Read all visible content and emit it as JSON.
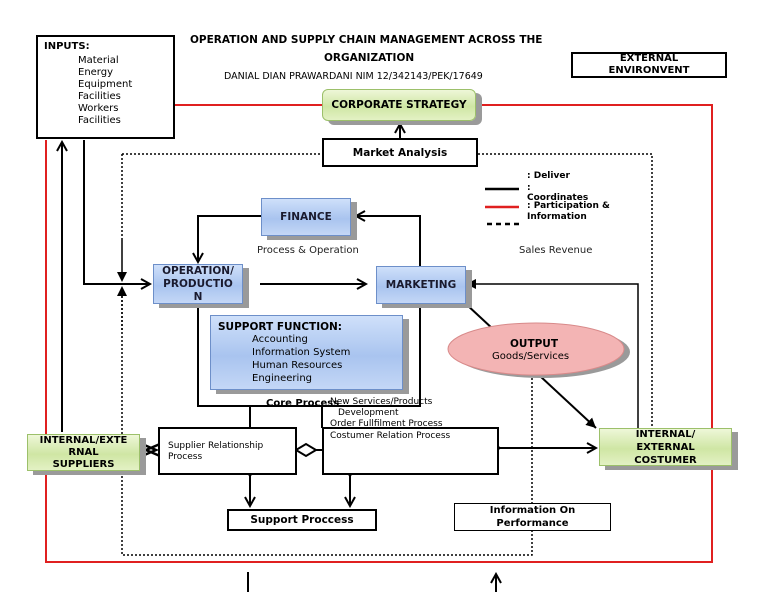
{
  "title": {
    "line1": "OPERATION AND SUPPLY CHAIN MANAGEMENT ACROSS THE",
    "line2": "ORGANIZATION",
    "author": "DANIAL DIAN PRAWARDANI NIM 12/342143/PEK/17649"
  },
  "external_environment": {
    "line1": "EXTERNAL",
    "line2": "ENVIRONVENT"
  },
  "inputs": {
    "heading": "INPUTS:",
    "items": [
      "Material",
      "Energy",
      "Equipment",
      "Facilities",
      "Workers",
      "Facilities"
    ]
  },
  "corporate_strategy": "CORPORATE STRATEGY",
  "market_analysis": "Market Analysis",
  "legend": {
    "deliver": ": Deliver",
    "coordinates_colon": ":",
    "coordinates": "Coordinates",
    "participation": ": Participation &",
    "information": "Information",
    "colors": {
      "deliver": "#000000",
      "participation": "#e02020",
      "information": "#000000"
    }
  },
  "finance": "FINANCE",
  "process_operation": "Process & Operation",
  "sales_revenue": "Sales Revenue",
  "operation_production": {
    "line1": "OPERATION/",
    "line2": "PRODUCTIO",
    "line3": "N"
  },
  "marketing": "MARKETING",
  "support_function": {
    "heading": "SUPPORT FUNCTION:",
    "items": [
      "Accounting",
      "Information System",
      "Human Resources",
      "Engineering"
    ]
  },
  "output": {
    "title": "OUTPUT",
    "subtitle": "Goods/Services"
  },
  "core_process": {
    "label": "Core Process",
    "new_services": "New Services/Products",
    "development": "Development",
    "order_fulfilment": "Order Fullfilment Process",
    "customer_relation": "Costumer Relation Process"
  },
  "supplier_relationship": {
    "line1": "Supplier Relationship",
    "line2": "Process"
  },
  "suppliers": {
    "line1": "INTERNAL/EXTE",
    "line2": "RNAL",
    "line3": "SUPPLIERS"
  },
  "customer": {
    "line1": "INTERNAL/",
    "line2": "EXTERNAL",
    "line3": "COSTUMER"
  },
  "support_process": "Support Proccess",
  "information_performance": {
    "line1": "Information On",
    "line2": "Performance"
  },
  "colors": {
    "red_line": "#e02020",
    "blue_box": "#a9c4ef",
    "green_box": "#cfe6a4",
    "output_ellipse": "#f2a9a9"
  }
}
